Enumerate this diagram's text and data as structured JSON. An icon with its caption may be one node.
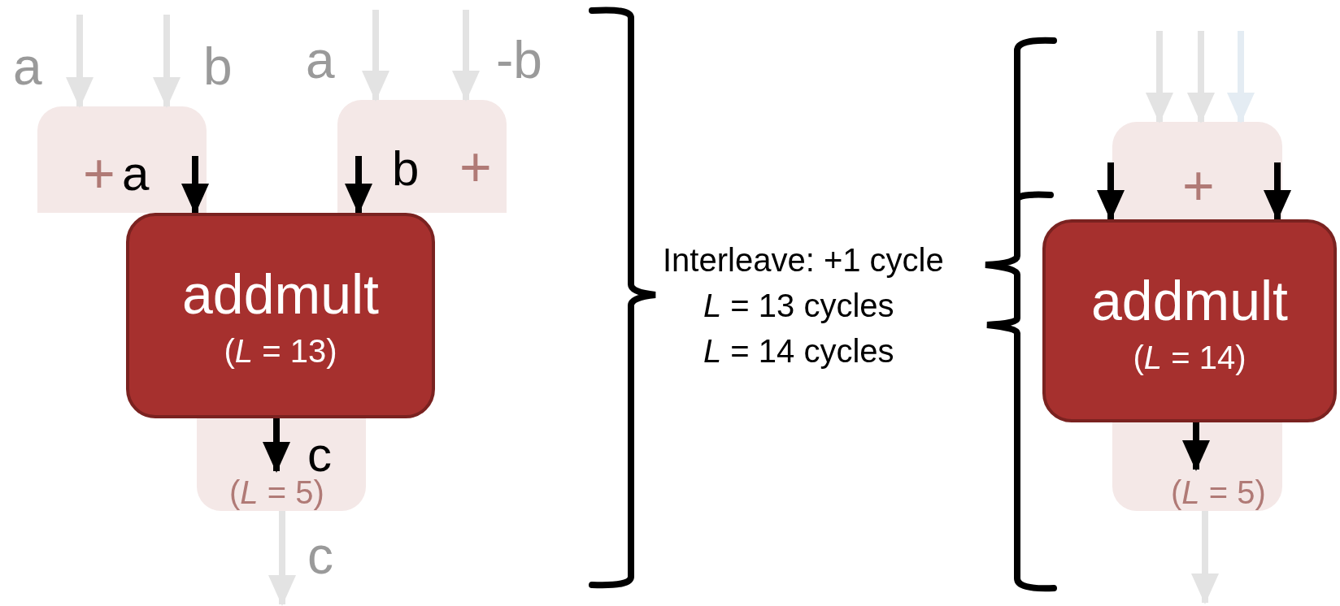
{
  "diagram": {
    "nodes": [
      {
        "text": [
          "addmult",
          "(*L* = 13)"
        ]
      },
      {
        "text": [
          "+"
        ]
      },
      {
        "text": [
          "+"
        ]
      },
      {
        "text": [
          "(*L* = 5)"
        ]
      },
      {
        "text": [
          "addmult",
          "(*L* = 14)"
        ]
      },
      {
        "text": [
          "+"
        ]
      },
      {
        "text": [
          "(*L* = 5)"
        ]
      }
    ],
    "edges": [
      {
        "from": null,
        "to": 1,
        "arrow": "to"
      },
      {
        "from": null,
        "to": 1,
        "arrow": "to"
      },
      {
        "from": null,
        "to": 2,
        "arrow": "to"
      },
      {
        "from": null,
        "to": 2,
        "arrow": "to"
      },
      {
        "from": 3,
        "to": null,
        "arrow": "to"
      },
      {
        "from": 1,
        "to": 0,
        "arrow": "to",
        "color": "#000000"
      },
      {
        "from": 2,
        "to": 0,
        "arrow": "to",
        "color": "#000000"
      },
      {
        "from": 0,
        "to": 3,
        "arrow": "to",
        "color": "#000000"
      },
      {
        "from": null,
        "to": 5,
        "arrow": "to"
      },
      {
        "from": null,
        "to": 5,
        "arrow": "to"
      },
      {
        "from": null,
        "to": 5,
        "arrow": "to",
        "color": "#e4ecf3"
      },
      {
        "from": 6,
        "to": null,
        "arrow": "to"
      },
      {
        "from": 5,
        "to": 4,
        "arrow": "to",
        "color": "#000000"
      },
      {
        "from": 5,
        "to": 4,
        "arrow": "to",
        "color": "#000000"
      },
      {
        "from": 4,
        "to": 6,
        "arrow": "to",
        "color": "#000000"
      }
    ],
    "labels": [
      "a",
      "b",
      "a",
      "-b",
      "a",
      "b",
      "c",
      "c",
      "Interleave: +1 cycle",
      "*L* = 13 cycles",
      "*L* = 14 cycles"
    ]
  }
}
